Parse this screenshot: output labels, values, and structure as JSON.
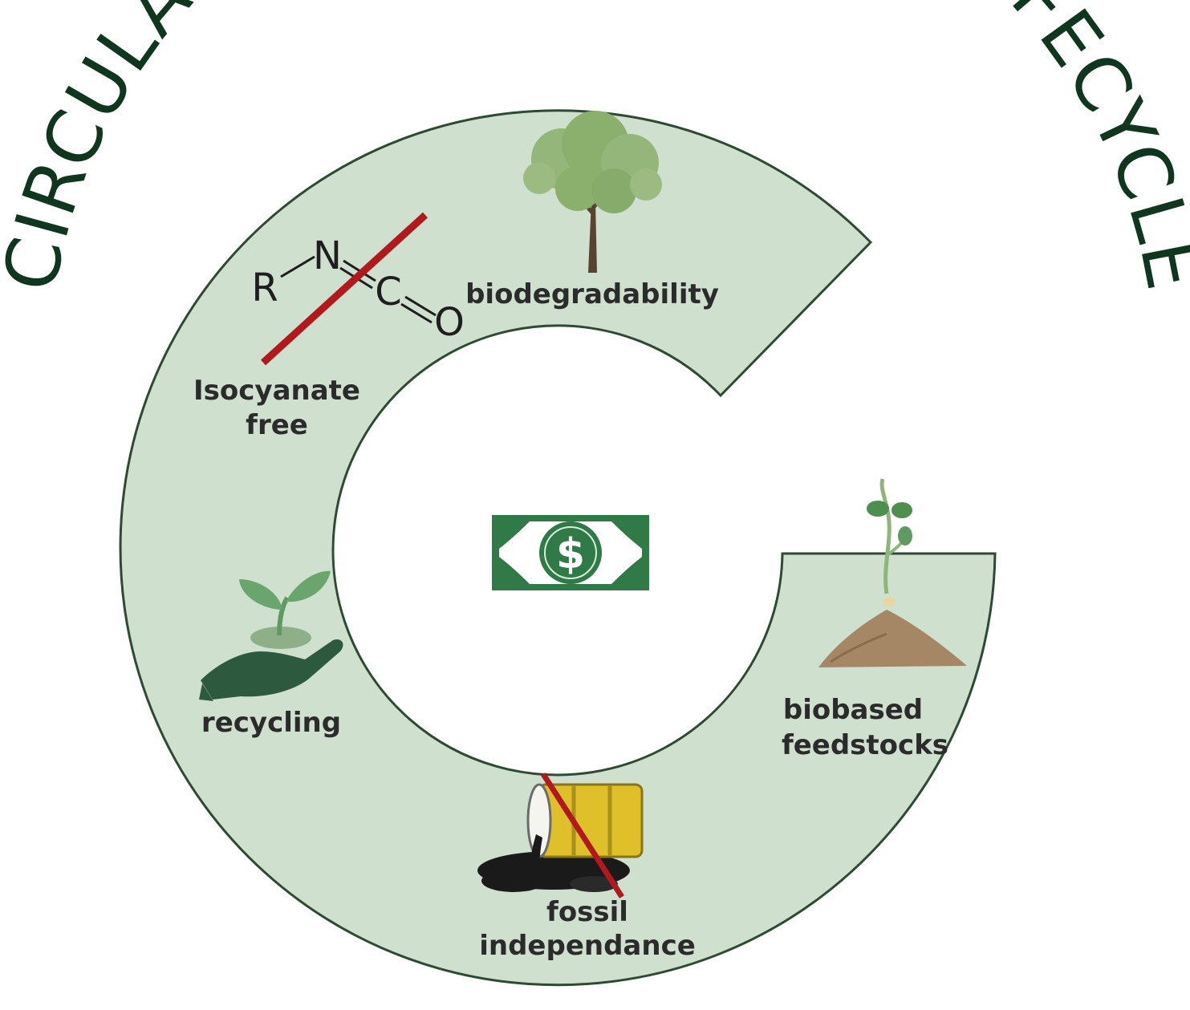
{
  "title": "CIRCULAR ECONOMY IN NIPUs LIFECYCLE",
  "colors": {
    "ring_fill": "#cfe0cf",
    "ring_stroke": "#2e4a33",
    "title": "#11361f",
    "dark_green": "#2f7a46",
    "strike_red": "#b0191e",
    "barrel_yellow": "#e0c02a",
    "soil": "#a58765"
  },
  "center_icon": {
    "name": "money-bill-icon",
    "symbol": "$"
  },
  "isocyanate": {
    "chem": {
      "r": "R",
      "n": "N",
      "c": "C",
      "o": "O"
    },
    "label_line1": "Isocyanate",
    "label_line2": "free"
  },
  "biodegradability": {
    "label": "biodegradability",
    "icon": "tree-icon"
  },
  "recycling": {
    "label": "recycling",
    "icon": "hand-sprout-icon"
  },
  "fossil": {
    "label_line1": "fossil",
    "label_line2": "independance",
    "icon": "oil-barrel-icon"
  },
  "biobased": {
    "label_line1": "biobased",
    "label_line2": "feedstocks",
    "icon": "soil-sprout-icon"
  }
}
